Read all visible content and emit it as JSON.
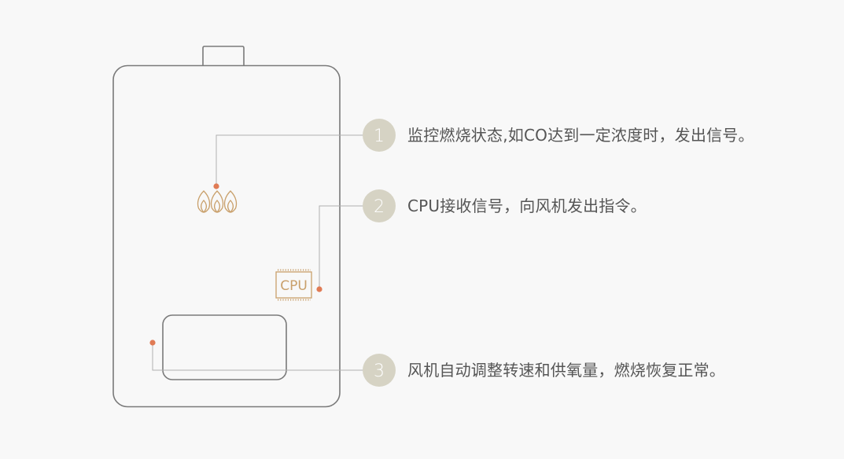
{
  "annotations": [
    {
      "number": "1",
      "text": "监控燃烧状态,如CO达到一定浓度时，发出信号。"
    },
    {
      "number": "2",
      "text": "CPU接收信号，向风机发出指令。"
    },
    {
      "number": "3",
      "text": "风机自动调整转速和供氧量，燃烧恢复正常。"
    }
  ],
  "chip_label": "CPU",
  "icons": [
    "water-heater-body",
    "flame-icon",
    "cpu-chip-icon",
    "fan-box"
  ],
  "colors": {
    "background": "#f8f8f8",
    "outline": "#7a7a7a",
    "leader_line": "#b0b0b0",
    "marker_dot": "#e07b55",
    "accent_gold": "#c9a06b",
    "number_badge": "#d6d3c4",
    "text": "#555555"
  }
}
